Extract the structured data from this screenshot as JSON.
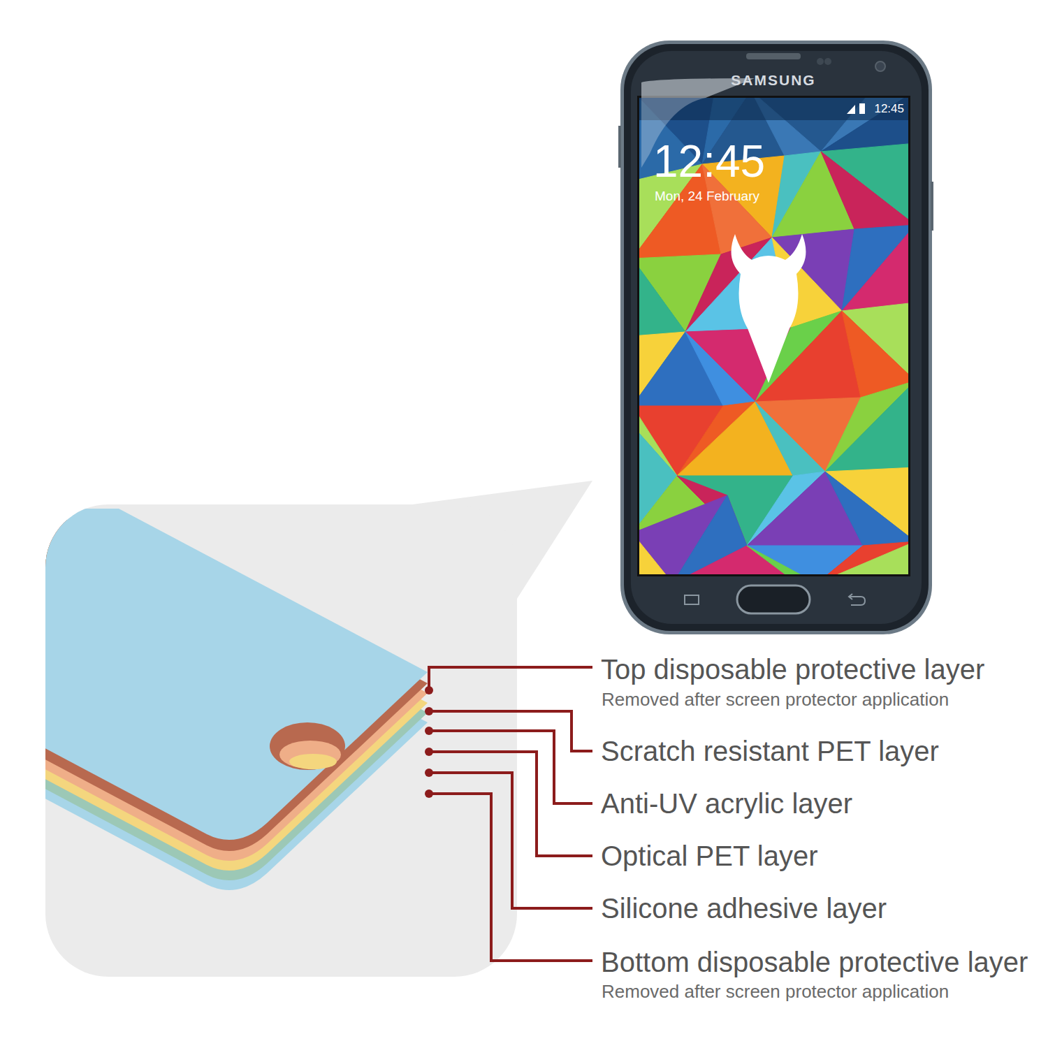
{
  "diagram": {
    "labels": [
      "SAMSUNG",
      "12:45",
      "12:45",
      "Mon, 24 February",
      "Top disposable protective layer",
      "Removed after screen protector application",
      "Scratch resistant PET layer",
      "Anti-UV acrylic layer",
      "Optical PET layer",
      "Silicone adhesive layer",
      "Bottom disposable protective layer",
      "Removed after screen protector application"
    ]
  }
}
